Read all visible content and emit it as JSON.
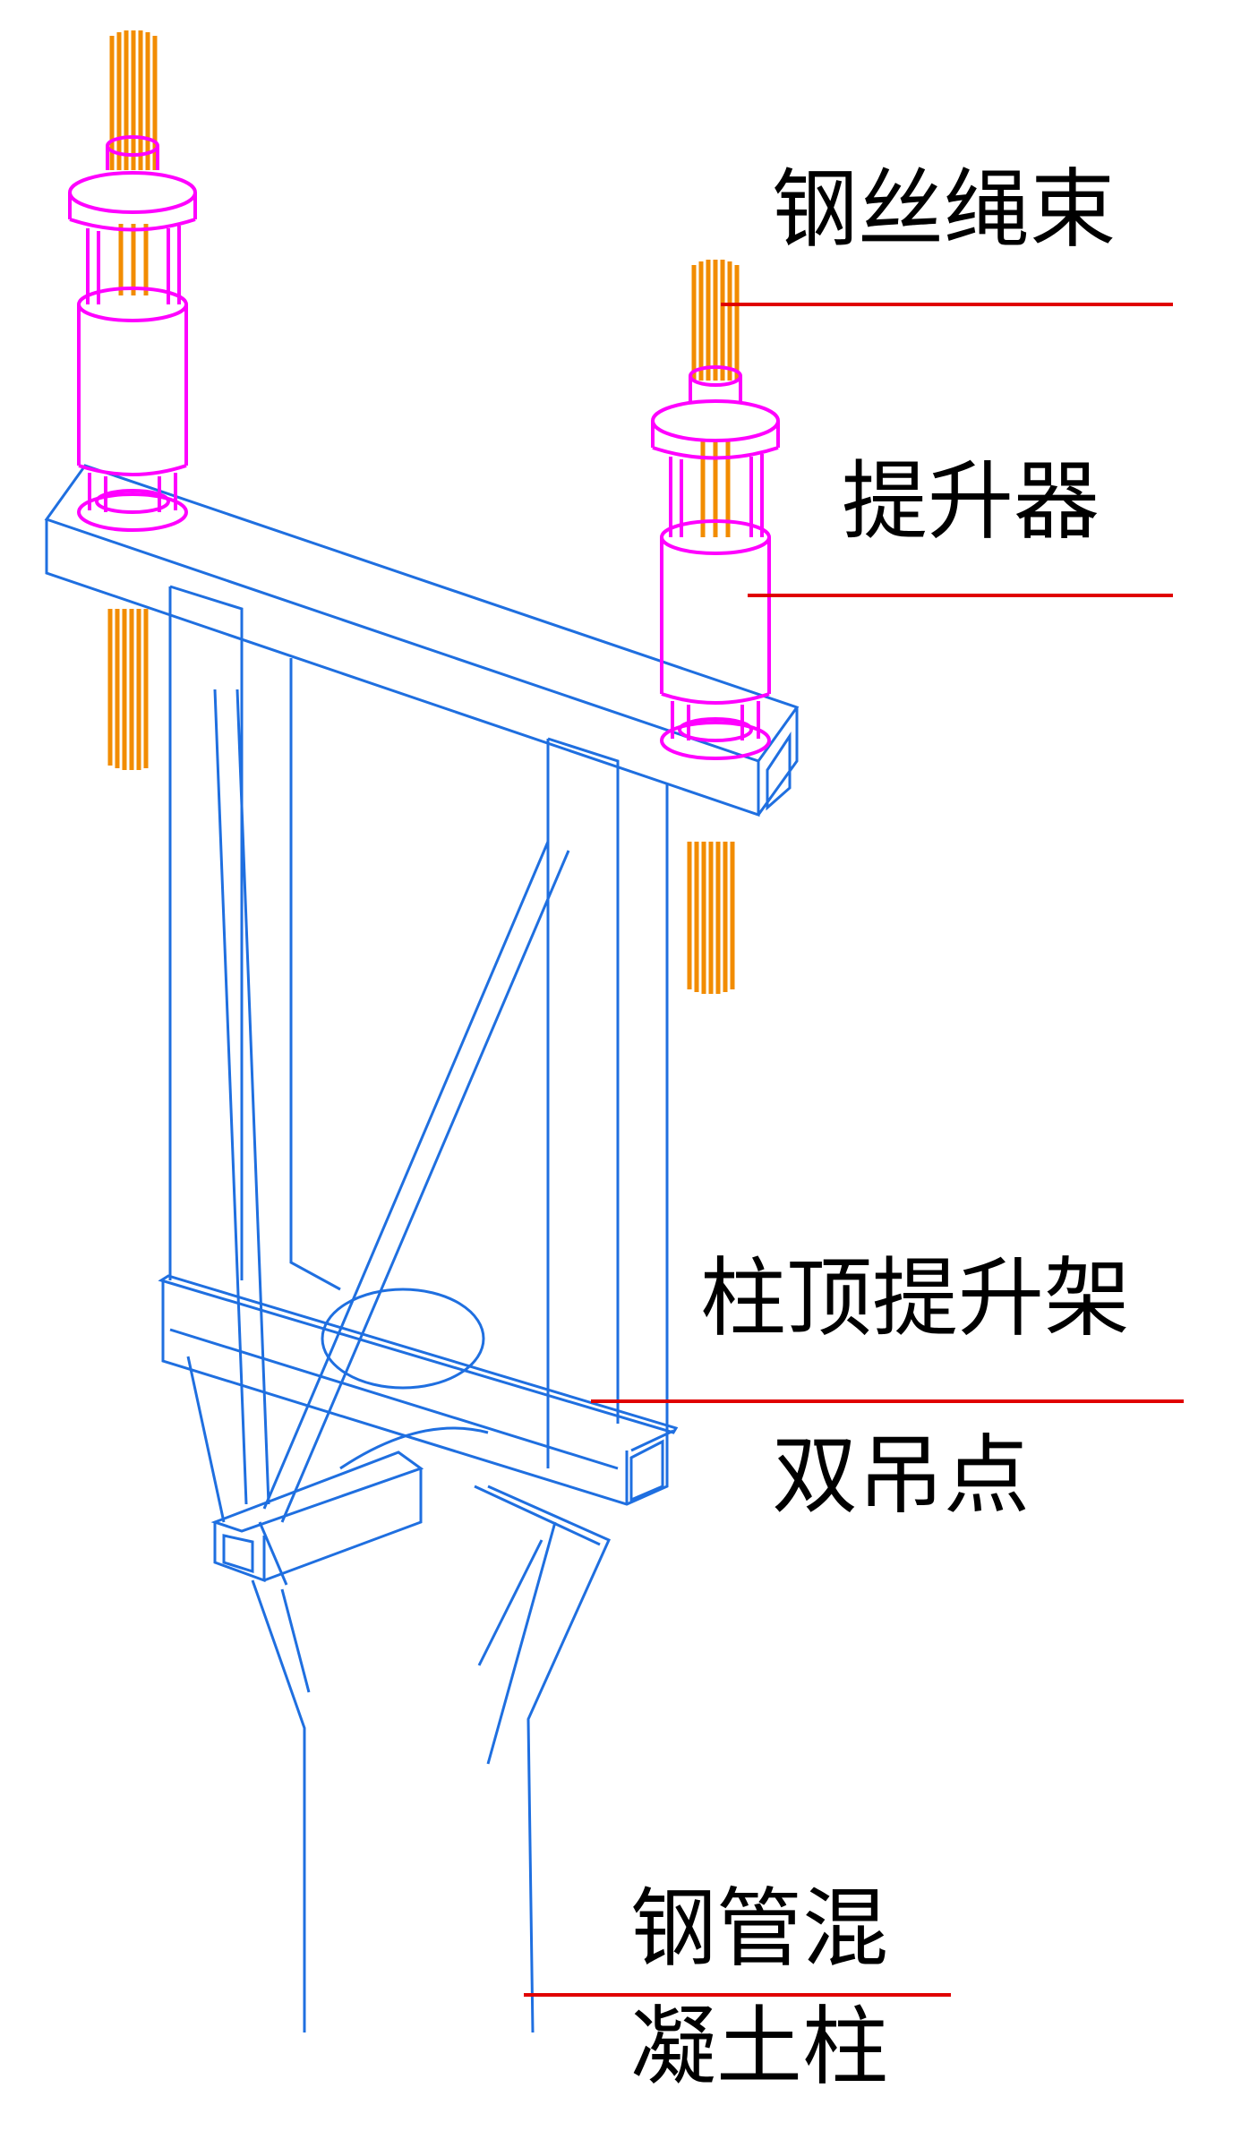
{
  "colors": {
    "frame": "#1f6fe0",
    "lifter": "#ff00ff",
    "strand": "#f28c00",
    "leader": "#e00000",
    "text": "#000000"
  },
  "labels": {
    "rope": "钢丝绳束",
    "lifter": "提升器",
    "frame": "柱顶提升架",
    "double_point": "双吊点",
    "column_line1": "钢管混",
    "column_line2": "凝土柱"
  }
}
